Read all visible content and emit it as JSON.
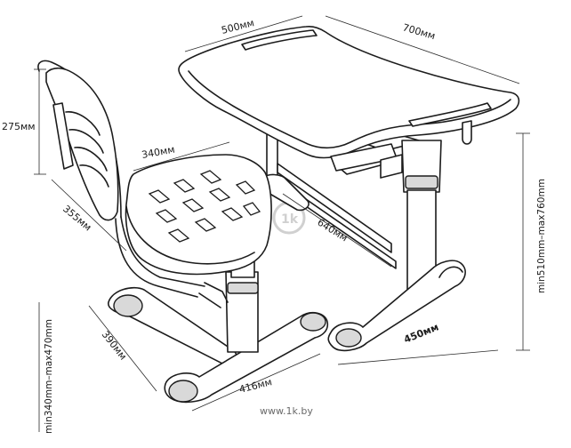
{
  "dimensions": {
    "desk_width": "500мм",
    "desk_depth": "700мм",
    "chair_back_height": "275мм",
    "seat_width": "340мм",
    "seat_depth": "355мм",
    "desk_base_length": "640мм",
    "desk_height": "min510mm–max760mm",
    "desk_foot_length": "450мм",
    "chair_base_depth": "390мм",
    "chair_base_width": "416мм",
    "seat_height": "min340mm–max470mm"
  },
  "watermark": "www.1k.by",
  "colors": {
    "outline": "#1c1c1c",
    "background": "#ffffff",
    "watermark": "#6a6a6a"
  }
}
